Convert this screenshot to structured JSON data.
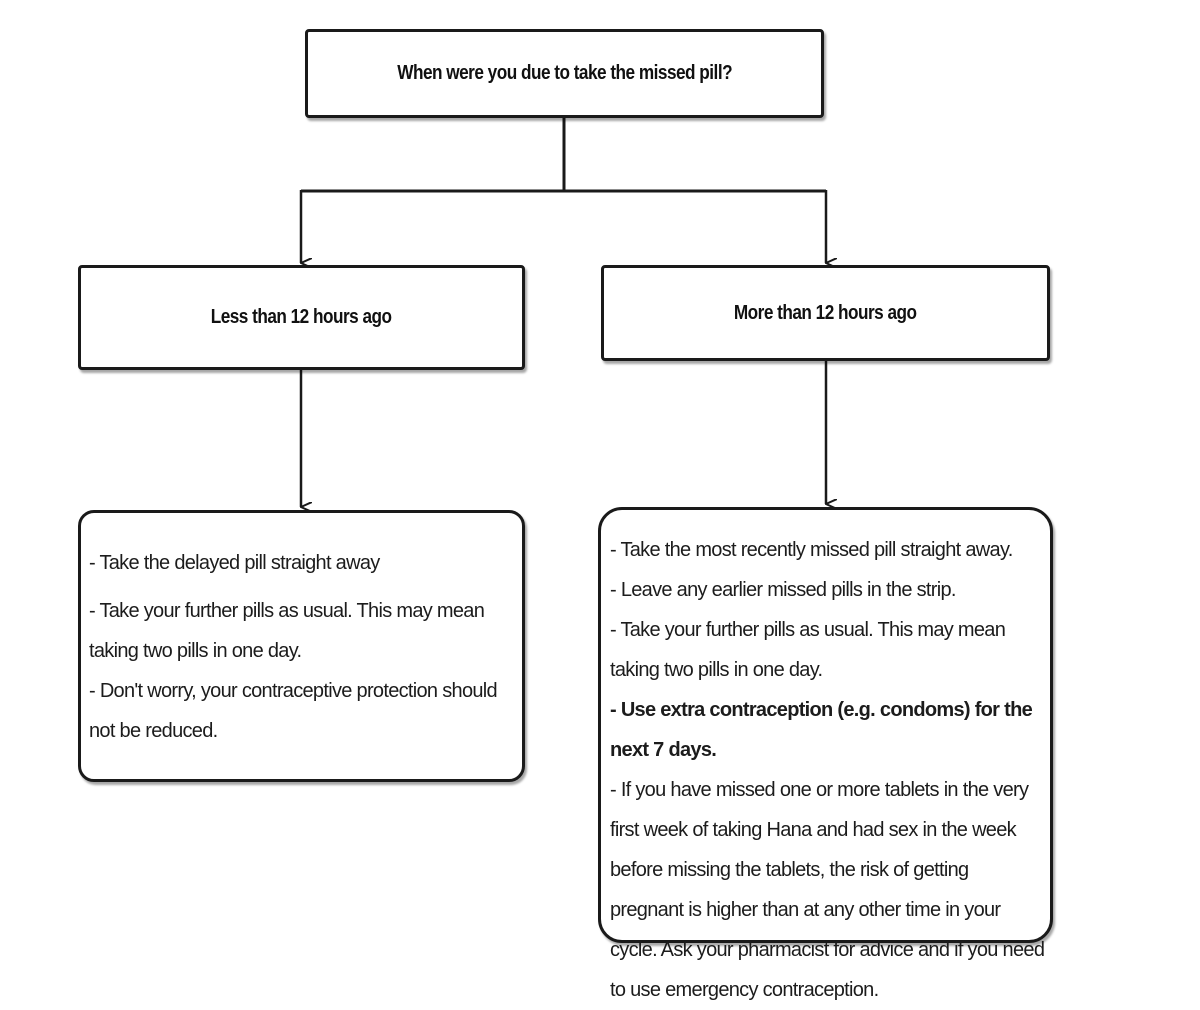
{
  "flowchart": {
    "question": "When were you due to take the missed pill?",
    "branches": [
      {
        "label": "Less than 12 hours ago",
        "advice": [
          "- Take the delayed pill straight away",
          "- Take your further pills as usual. This may mean taking two pills in one day.",
          "- Don't worry, your contraceptive protection should not be reduced."
        ]
      },
      {
        "label": "More than 12 hours ago",
        "advice": [
          "- Take the most recently missed pill straight away.",
          "- Leave any earlier missed pills in the strip.",
          "- Take your further pills as usual. This may mean taking two pills in one day.",
          "- Use extra contraception (e.g. condoms) for the next 7 days.",
          "- If you have missed one or more tablets in the very first week of taking Hana and had sex in the week before missing the tablets, the risk of getting pregnant is higher than at any other time in your cycle. Ask your pharmacist for advice and if you need to use emergency contraception."
        ]
      }
    ]
  }
}
